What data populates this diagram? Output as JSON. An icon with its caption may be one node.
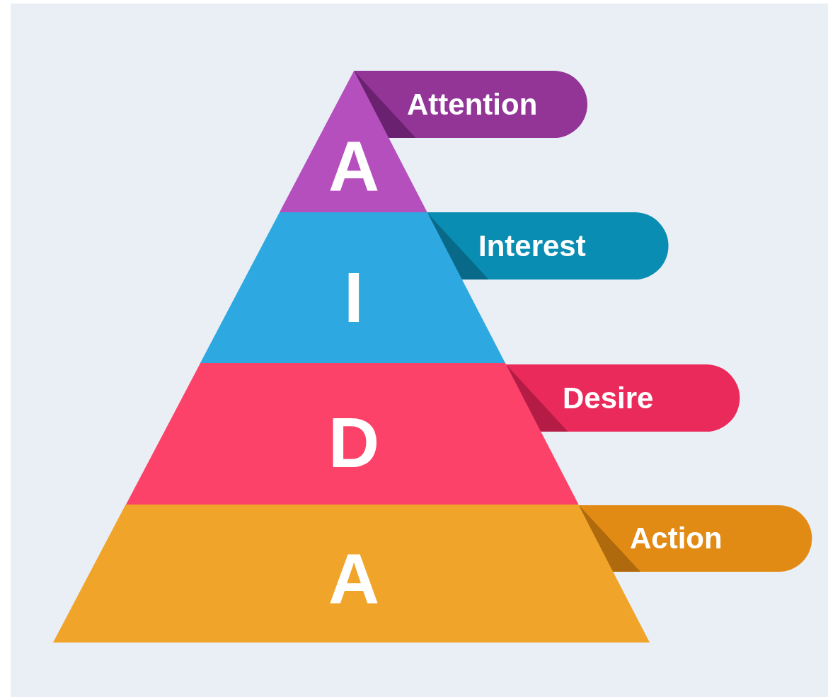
{
  "diagram": {
    "nodes": [
      {
        "text": [
          "A"
        ]
      },
      {
        "text": [
          "Attention"
        ]
      },
      {
        "text": [
          "I"
        ]
      },
      {
        "text": [
          "Interest"
        ]
      },
      {
        "text": [
          "D"
        ]
      },
      {
        "text": [
          "Desire"
        ]
      },
      {
        "text": [
          "A"
        ]
      },
      {
        "text": [
          "Action"
        ]
      }
    ]
  }
}
